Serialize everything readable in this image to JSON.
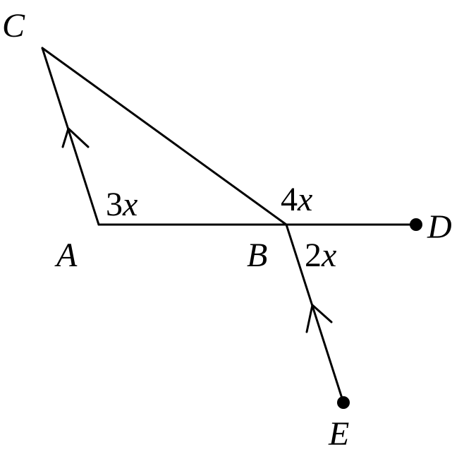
{
  "points": {
    "A": {
      "label": "A"
    },
    "B": {
      "label": "B"
    },
    "C": {
      "label": "C"
    },
    "D": {
      "label": "D"
    },
    "E": {
      "label": "E"
    }
  },
  "angles": {
    "at_A": {
      "coef": "3",
      "var": "x"
    },
    "at_B_upper": {
      "coef": "4",
      "var": "x"
    },
    "at_B_lower": {
      "coef": "2",
      "var": "x"
    }
  },
  "colors": {
    "stroke": "#000000",
    "background": "#ffffff"
  }
}
